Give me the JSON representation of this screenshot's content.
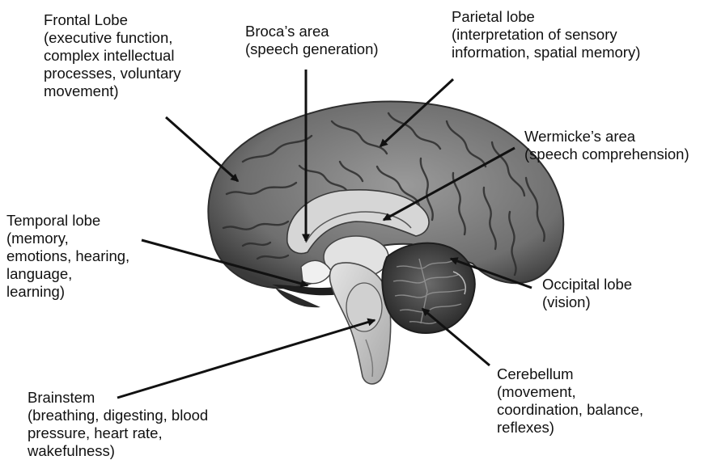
{
  "labels": {
    "frontal": [
      "Frontal Lobe",
      "(executive function,",
      "complex intellectual",
      "processes, voluntary",
      "movement)"
    ],
    "broca": [
      "Broca’s area",
      "(speech generation)"
    ],
    "parietal": [
      "Parietal lobe",
      "(interpretation of sensory",
      "information, spatial memory)"
    ],
    "wernicke": [
      "Wermicke’s area",
      "(speech comprehension)"
    ],
    "temporal": [
      "Temporal lobe",
      "(memory,",
      "emotions, hearing,",
      "language,",
      "learning)"
    ],
    "occipital": [
      "Occipital lobe",
      "(vision)"
    ],
    "cerebellum": [
      "Cerebellum",
      "(movement,",
      "coordination, balance,",
      "reflexes)"
    ],
    "brainstem": [
      "Brainstem",
      "(breathing, digesting, blood",
      "pressure, heart rate,",
      "wakefulness)"
    ]
  },
  "colors": {
    "text": "#111111",
    "arrow": "#111111",
    "cortex": "#6e6e6e",
    "cortex_dark": "#3a3a3a",
    "inner": "#cfcfcf",
    "cerebellum": "#4a4a4a",
    "brainstem": "#bdbdbd"
  }
}
